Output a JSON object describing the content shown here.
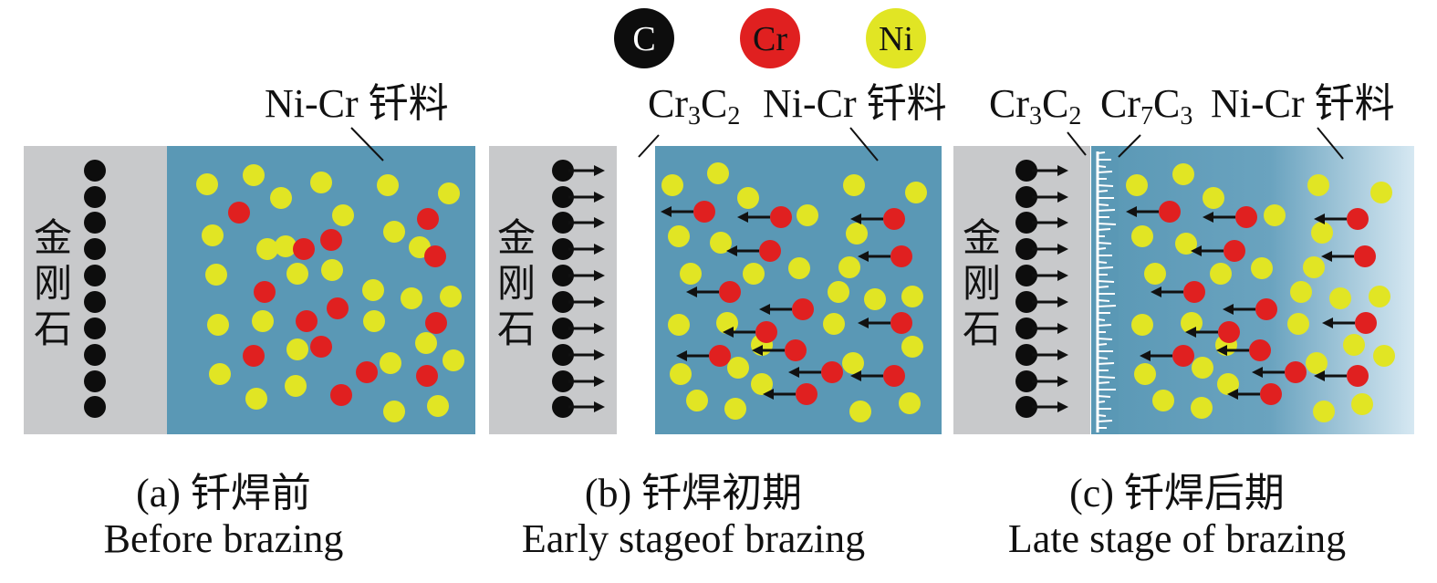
{
  "legend": [
    {
      "symbol": "C",
      "fill": "#0d0d0d",
      "text_color": "#ffffff"
    },
    {
      "symbol": "Cr",
      "fill": "#e02020",
      "text_color": "#111111"
    },
    {
      "symbol": "Ni",
      "fill": "#e1e524",
      "text_color": "#111111"
    }
  ],
  "colors": {
    "diamond_gray": "#c8c9cb",
    "filler_blue": "#5a98b5",
    "filler_light": "#d6e8f2",
    "carbon": "#0d0d0d",
    "chromium": "#e02020",
    "nickel": "#e1e524"
  },
  "panels": [
    {
      "id": "a",
      "diamond_label": [
        "金",
        "刚",
        "石"
      ],
      "labels": [
        {
          "base": "Ni-Cr 钎料"
        }
      ],
      "caption_zh": "(a) 钎焊前",
      "caption_en": "Before brazing"
    },
    {
      "id": "b",
      "diamond_label": [
        "金",
        "刚",
        "石"
      ],
      "labels": [
        {
          "base": "Cr",
          "sub1": "3",
          "mid": "C",
          "sub2": "2"
        },
        {
          "base": "Ni-Cr 钎料"
        }
      ],
      "caption_zh": "(b) 钎焊初期",
      "caption_en": "Early stageof brazing"
    },
    {
      "id": "c",
      "diamond_label": [
        "金",
        "刚",
        "石"
      ],
      "labels": [
        {
          "base": "Cr",
          "sub1": "3",
          "mid": "C",
          "sub2": "2"
        },
        {
          "base": "Cr",
          "sub1": "7",
          "mid": "C",
          "sub2": "3"
        },
        {
          "base": "Ni-Cr 钎料"
        }
      ],
      "caption_zh": "(c) 钎焊后期",
      "caption_en": "Late stage of brazing"
    }
  ]
}
